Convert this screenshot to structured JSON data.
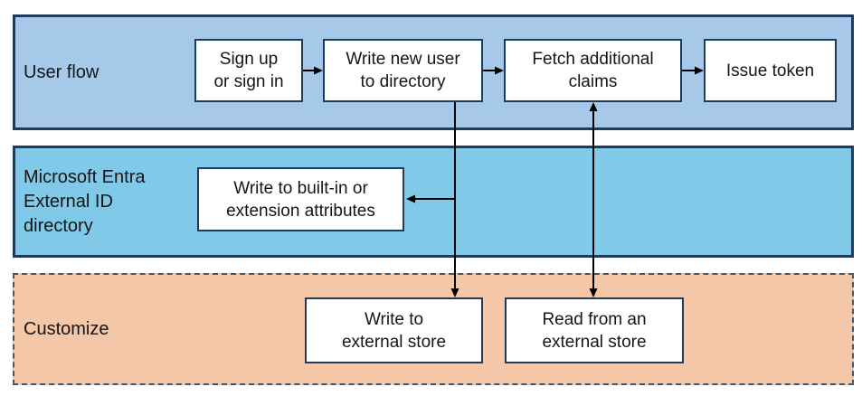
{
  "colors": {
    "lane_user_flow_fill": "#a6c9ea",
    "lane_directory_fill": "#80c9e8",
    "lane_customize_fill": "#f5c7a9",
    "lane_border": "#1e3a5f",
    "lane_customize_border": "#44546a",
    "box_border": "#1e3a5f",
    "arrow": "#000000"
  },
  "lanes": [
    {
      "id": "user-flow",
      "label": "User flow",
      "label_lines": [
        "User flow"
      ]
    },
    {
      "id": "directory",
      "label": "Microsoft Entra External ID directory",
      "label_lines": [
        "Microsoft Entra",
        "External ID",
        "directory"
      ]
    },
    {
      "id": "customize",
      "label": "Customize",
      "label_lines": [
        "Customize"
      ]
    }
  ],
  "boxes": {
    "sign_up": {
      "label": "Sign up or sign in",
      "lines": [
        "Sign up",
        "or sign in"
      ]
    },
    "write_new_user": {
      "label": "Write new user to directory",
      "lines": [
        "Write new user",
        "to directory"
      ]
    },
    "fetch_claims": {
      "label": "Fetch additional claims",
      "lines": [
        "Fetch additional",
        "claims"
      ]
    },
    "issue_token": {
      "label": "Issue token",
      "lines": [
        "Issue token"
      ]
    },
    "write_builtin": {
      "label": "Write to built-in or extension attributes",
      "lines": [
        "Write to built-in or",
        "extension attributes"
      ]
    },
    "write_external": {
      "label": "Write to external store",
      "lines": [
        "Write to",
        "external store"
      ]
    },
    "read_external": {
      "label": "Read from an external store",
      "lines": [
        "Read from an",
        "external store"
      ]
    }
  },
  "connections": [
    {
      "from": "sign_up",
      "to": "write_new_user",
      "arrowheads": "end"
    },
    {
      "from": "write_new_user",
      "to": "fetch_claims",
      "arrowheads": "end"
    },
    {
      "from": "fetch_claims",
      "to": "issue_token",
      "arrowheads": "end"
    },
    {
      "from": "write_new_user",
      "to": "write_external",
      "arrowheads": "end"
    },
    {
      "from": "write_new_user",
      "to": "write_builtin",
      "arrowheads": "end"
    },
    {
      "from": "fetch_claims",
      "to": "read_external",
      "arrowheads": "both"
    }
  ]
}
